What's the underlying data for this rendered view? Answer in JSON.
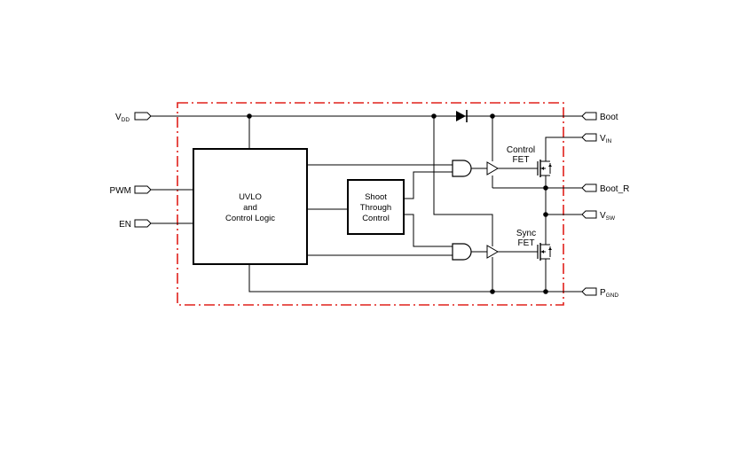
{
  "colors": {
    "ink": "#000000",
    "boundary": "#e0201b",
    "background": "#ffffff"
  },
  "pins": {
    "vdd": {
      "main": "V",
      "sub": "DD"
    },
    "pwm": "PWM",
    "en": "EN",
    "boot": "Boot",
    "vin": {
      "main": "V",
      "sub": "IN"
    },
    "boot_r": "Boot_R",
    "vsw": {
      "main": "V",
      "sub": "SW"
    },
    "pgnd": {
      "main": "P",
      "sub": "GND"
    }
  },
  "blocks": {
    "uvlo": {
      "line1": "UVLO",
      "line2": "and",
      "line3": "Control Logic"
    },
    "shoot_through": {
      "line1": "Shoot",
      "line2": "Through",
      "line3": "Control"
    }
  },
  "fets": {
    "control": {
      "line1": "Control",
      "line2": "FET"
    },
    "sync": {
      "line1": "Sync",
      "line2": "FET"
    }
  },
  "icons": [
    "pin-connector-icon",
    "and-gate-icon",
    "buffer-icon",
    "diode-icon",
    "mosfet-icon"
  ]
}
